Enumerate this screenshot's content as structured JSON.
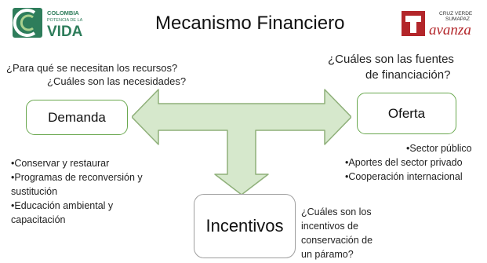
{
  "header": {
    "title": "Mecanismo Financiero",
    "logo_left": {
      "line1": "COLOMBIA",
      "line2": "POTENCIA DE LA",
      "line3": "VIDA"
    },
    "logo_right": {
      "line1": "CRUZ VERDE",
      "line2": "SUMAPAZ",
      "line3": "avanza"
    }
  },
  "demanda": {
    "label": "Demanda",
    "questions": [
      "¿Para qué se necesitan los recursos?",
      "¿Cuáles son las necesidades?"
    ],
    "items": [
      "•Conservar y restaurar",
      "•Programas de reconversión y",
      "sustitución",
      "•Educación ambiental y",
      "capacitación"
    ]
  },
  "oferta": {
    "label": "Oferta",
    "questions": [
      "¿Cuáles son las fuentes",
      "de financiación?"
    ],
    "items": [
      "•Sector público",
      "•Aportes del sector privado",
      "•Cooperación internacional"
    ]
  },
  "incentivos": {
    "label": "Incentivos",
    "question_lines": [
      "¿Cuáles son los",
      "incentivos de",
      "conservación de",
      "un páramo?"
    ]
  },
  "colors": {
    "arrow_fill": "#d6e8cc",
    "arrow_stroke": "#8fb07a",
    "box_border": "#6aa84f",
    "logo_colombia": "#2e7d5b",
    "logo_avanza": "#b3262a"
  }
}
